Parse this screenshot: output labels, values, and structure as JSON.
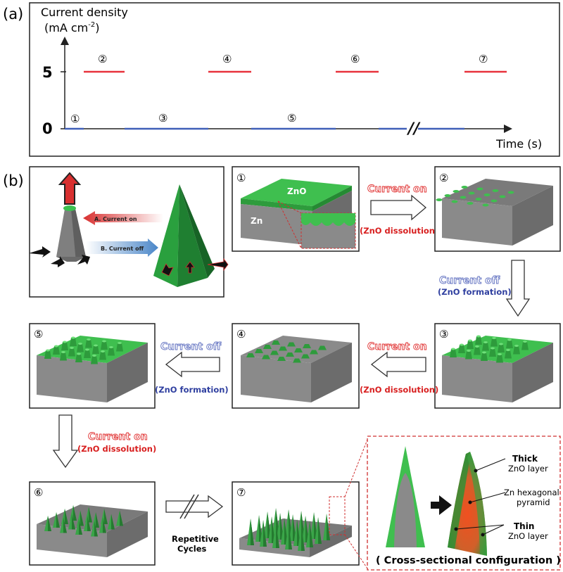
{
  "panel_a": {
    "label": "(a)",
    "y_title_1": "Current density",
    "y_title_2": "(mA cm",
    "y_title_exp": "-2",
    "y_title_close": ")",
    "y_tick_5": "5",
    "y_tick_0": "0",
    "x_title": "Time (s)",
    "break_mark": "//",
    "steps": [
      "①",
      "②",
      "③",
      "④",
      "⑤",
      "⑥",
      "⑦"
    ],
    "colors": {
      "high": "#e8323c",
      "low": "#3f5fb8",
      "axis": "#222222"
    }
  },
  "chart_data": {
    "type": "line",
    "title": "",
    "ylabel": "Current density (mA cm-2)",
    "xlabel": "Time (s)",
    "y_ticks": [
      0,
      5
    ],
    "series": [
      {
        "name": "",
        "description_steps": [
          "①",
          "②",
          "③",
          "④",
          "⑤",
          "⑥",
          "⑦"
        ],
        "levels": [
          0,
          5,
          0,
          5,
          0,
          5,
          0,
          5
        ]
      }
    ]
  },
  "panel_b": {
    "label": "(b)",
    "mech": {
      "arrow_a": "A. Current on",
      "arrow_b": "B. Current off"
    },
    "box1": {
      "step": "①",
      "zno": "ZnO",
      "zn": "Zn"
    },
    "box2": {
      "step": "②"
    },
    "box3": {
      "step": "③"
    },
    "box4": {
      "step": "④"
    },
    "box5": {
      "step": "⑤"
    },
    "box6": {
      "step": "⑥"
    },
    "box7": {
      "step": "⑦"
    },
    "current_on": "Current on",
    "current_off": "Current off",
    "dissolution": "(ZnO dissolution)",
    "formation": "(ZnO formation)",
    "repetitive_1": "Repetitive",
    "repetitive_2": "Cycles",
    "cross": {
      "thick_1": "Thick",
      "thick_2": "ZnO layer",
      "zn_1": "Zn hexagonal",
      "zn_2": "pyramid",
      "thin_1": "Thin",
      "thin_2": "ZnO layer",
      "caption": "( Cross-sectional configuration )"
    },
    "colors": {
      "zno_green": "#3fbf4f",
      "zn_gray": "#8a8a8a",
      "on_red": "#e03030",
      "off_blue": "#3050a0"
    }
  }
}
